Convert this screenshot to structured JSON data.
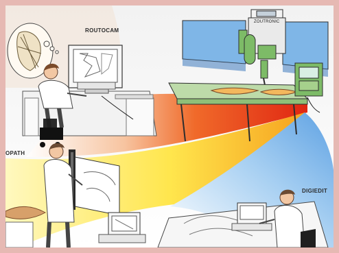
{
  "labels": {
    "routocam": "ROUTOCAM",
    "opath": "OPATH",
    "digiedit": "DIGIEDIT"
  },
  "machine": {
    "brand": "ZOUTRONIC"
  },
  "colors": {
    "frame_bg": "#e6b9b3",
    "beam_red": "#e03018",
    "beam_orange": "#f2a02a",
    "beam_yellow": "#ffe04a",
    "beam_blue": "#7fb6e7"
  },
  "icons": {
    "thought_bubble": "thought-bubble-icon",
    "computer": "computer-icon",
    "router": "cnc-router-icon"
  }
}
